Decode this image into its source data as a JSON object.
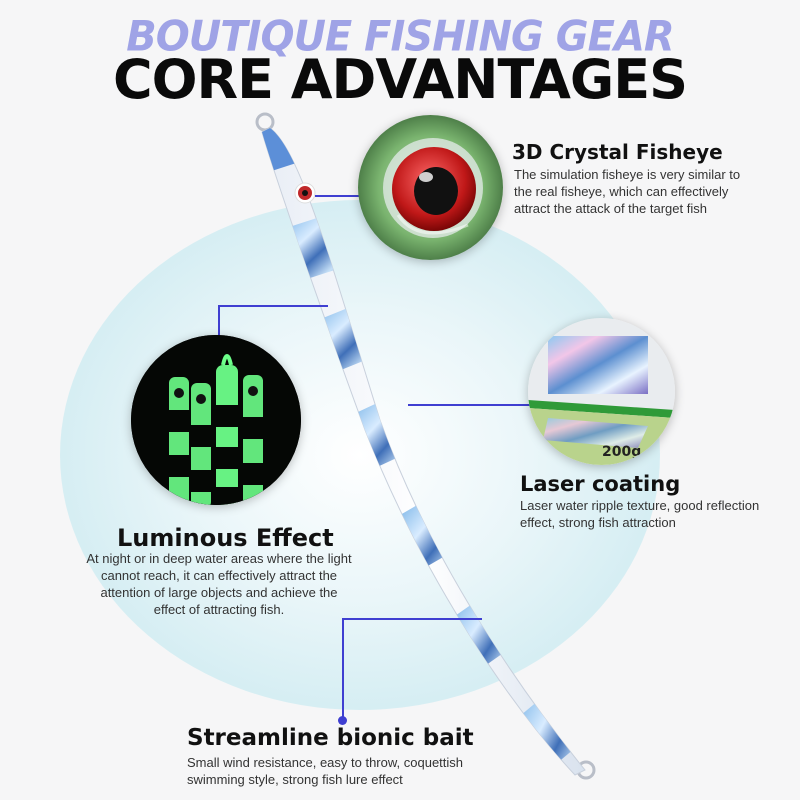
{
  "header": {
    "subtitle": "BOUTIQUE FISHING GEAR",
    "title": "CORE ADVANTAGES"
  },
  "features": {
    "fisheye": {
      "title": "3D Crystal Fisheye",
      "description": "The simulation fisheye is very similar to the real fisheye, which can effectively attract the attack of the target fish"
    },
    "laser": {
      "title": "Laser coating",
      "description": "Laser water ripple texture, good reflection effect, strong fish attraction",
      "photo_label": "200g"
    },
    "luminous": {
      "title": "Luminous Effect",
      "description": "At night or in deep water areas where the light cannot reach, it can effectively attract the attention of large objects and achieve the effect of attracting fish."
    },
    "streamline": {
      "title": "Streamline bionic bait",
      "description": "Small wind resistance, easy to throw, coquettish swimming style, strong fish lure effect"
    }
  },
  "colors": {
    "accent": "#3f3fd1",
    "subtitle": "#9fa3e6",
    "glow": "#7dff9a",
    "lure_stripe": "#4a86c8"
  }
}
